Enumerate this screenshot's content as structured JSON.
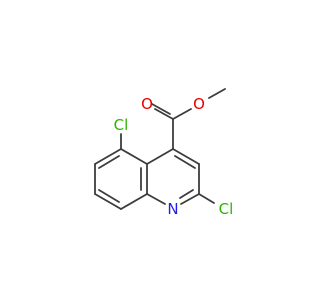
{
  "molecule": {
    "atoms": {
      "o_carbonyl": "O",
      "o_ester": "O",
      "cl_5": "Cl",
      "cl_2": "Cl",
      "n_ring": "N"
    },
    "colors": {
      "bond": "#3c3c3c",
      "oxygen": "#e60000",
      "chlorine": "#2db400",
      "nitrogen": "#1f1fe6"
    }
  }
}
